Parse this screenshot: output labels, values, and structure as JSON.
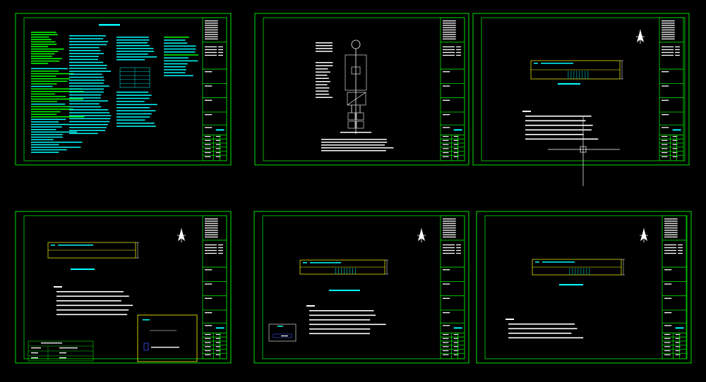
{
  "viewport": {
    "background": "#000000"
  },
  "colors": {
    "frame": "#00e000",
    "text": "#ffffff",
    "cyan": "#00ffff",
    "green": "#00ff00",
    "yellow": "#ffff00",
    "blue": "#4050ff",
    "crosshair": "#ffffff"
  },
  "sheets": [
    {
      "id": "sheet-1",
      "kind": "design-notes"
    },
    {
      "id": "sheet-2",
      "kind": "single-line-diagram"
    },
    {
      "id": "sheet-3",
      "kind": "panel-plan-with-notes"
    },
    {
      "id": "sheet-4",
      "kind": "panel-plan-with-legend"
    },
    {
      "id": "sheet-5",
      "kind": "panel-plan-with-legend-small"
    },
    {
      "id": "sheet-6",
      "kind": "panel-plan-with-notes"
    }
  ],
  "icons": {
    "north_arrow": "north-arrow-icon",
    "crosshair": "crosshair-cursor-icon"
  }
}
